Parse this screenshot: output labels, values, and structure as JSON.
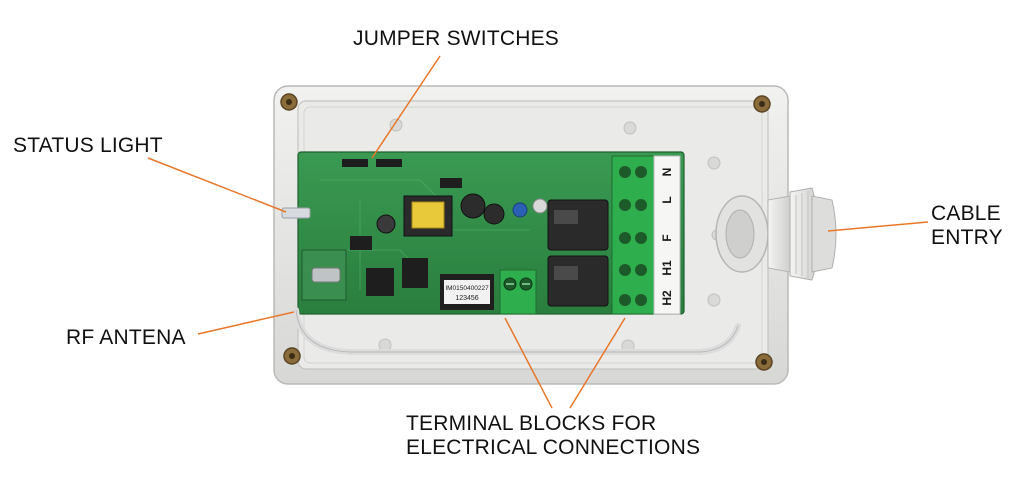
{
  "labels": {
    "jumper": "JUMPER SWITCHES",
    "status": "STATUS LIGHT",
    "rf": "RF ANTENA",
    "cable_line1": "CABLE",
    "cable_line2": "ENTRY",
    "terminal_line1": "TERMINAL BLOCKS FOR",
    "terminal_line2": "ELECTRICAL CONNECTIONS"
  },
  "board_text": {
    "terminal_labels": [
      "N",
      "L",
      "F",
      "H1",
      "H2"
    ],
    "chip_line1": "IM0150400227",
    "chip_line2": "123456"
  },
  "colors": {
    "leader_line": "#e8772a",
    "enclosure": "#e4e5e3",
    "pcb": "#2e8b45",
    "terminal": "#27a044",
    "relay": "#2a2a2a"
  }
}
